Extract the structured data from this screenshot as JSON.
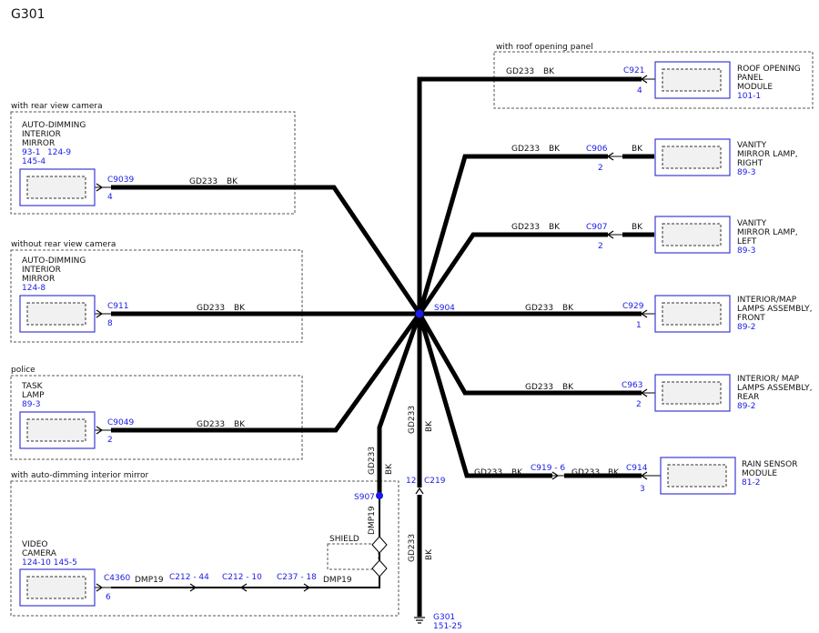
{
  "title": "G301",
  "colors": {
    "wire": "#000000",
    "ref": "#1a1ae6",
    "module_border": "#3b3bd6",
    "splice": "#1a1ae6"
  },
  "groups": {
    "roof": "with roof opening panel",
    "rear_cam": "with rear view camera",
    "no_rear_cam": "without rear view camera",
    "police": "police",
    "auto_dim": "with auto-dimming interior mirror"
  },
  "modules": {
    "roof": {
      "l1": "ROOF OPENING",
      "l2": "PANEL",
      "l3": "MODULE",
      "ref": "101-1"
    },
    "vanity_r": {
      "l1": "VANITY",
      "l2": "MIRROR LAMP,",
      "l3": "RIGHT",
      "ref": "89-3"
    },
    "vanity_l": {
      "l1": "VANITY",
      "l2": "MIRROR LAMP,",
      "l3": "LEFT",
      "ref": "89-3"
    },
    "map_front": {
      "l1": "INTERIOR/MAP",
      "l2": "LAMPS ASSEMBLY,",
      "l3": "FRONT",
      "ref": "89-2"
    },
    "map_rear": {
      "l1": "INTERIOR/ MAP",
      "l2": "LAMPS ASSEMBLY,",
      "l3": "REAR",
      "ref": "89-2"
    },
    "rain": {
      "l1": "RAIN SENSOR",
      "l2": "MODULE",
      "ref": "81-2"
    },
    "mirror_cam": {
      "l1": "AUTO-DIMMING",
      "l2": "INTERIOR",
      "l3": "MIRROR",
      "ref1": "93-1",
      "ref2": "124-9",
      "ref3": "145-4"
    },
    "mirror_nocam": {
      "l1": "AUTO-DIMMING",
      "l2": "INTERIOR",
      "l3": "MIRROR",
      "ref": "124-8"
    },
    "task": {
      "l1": "TASK",
      "l2": "LAMP",
      "ref": "89-3"
    },
    "video": {
      "l1": "VIDEO",
      "l2": "CAMERA",
      "ref": "124-10 145-5"
    }
  },
  "connectors": {
    "c921": "C921",
    "c921_pin": "4",
    "c906": "C906",
    "c906_pin": "2",
    "c907": "C907",
    "c907_pin": "2",
    "c929": "C929",
    "c929_pin": "1",
    "c963": "C963",
    "c963_pin": "2",
    "c914": "C914",
    "c914_pin": "3",
    "c919": "C919 - 6",
    "c9039": "C9039",
    "c9039_pin": "4",
    "c911": "C911",
    "c911_pin": "8",
    "c9049": "C9049",
    "c9049_pin": "2",
    "c4360": "C4360",
    "c4360_pin": "6",
    "c212a": "C212 - 44",
    "c212b": "C212 - 10",
    "c237": "C237 - 18",
    "c219": "C219",
    "c219_pin": "12"
  },
  "splices": {
    "s904": "S904",
    "s907": "S907"
  },
  "ground": {
    "name": "G301",
    "ref": "151-25"
  },
  "circuit": {
    "gd": "GD233",
    "color": "BK",
    "dmp": "DMP19",
    "shield": "SHIELD"
  }
}
